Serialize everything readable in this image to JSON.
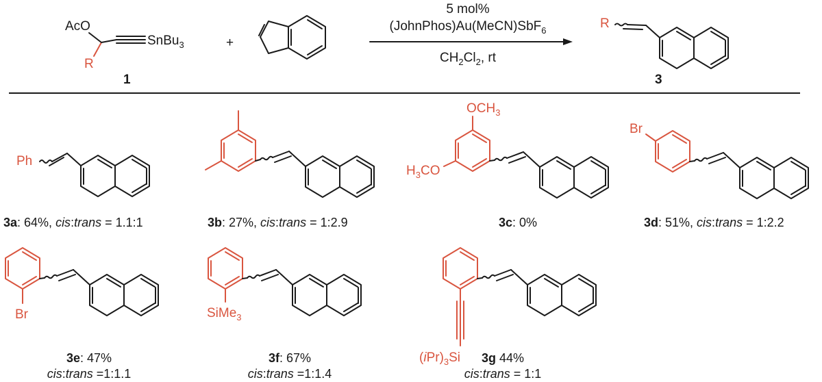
{
  "scheme": {
    "reagent_1": {
      "oac": "AcO",
      "r": "R",
      "stannane_prefix": "SnBu",
      "stannane_sub": "3",
      "number": "1"
    },
    "plus": "+",
    "conditions": {
      "line1": "5 mol%",
      "line2_prefix": "(JohnPhos)Au(MeCN)SbF",
      "line2_sub": "6",
      "line3_prefix": "CH",
      "line3_sub1": "2",
      "line3_mid": "Cl",
      "line3_sub2": "2",
      "line3_suffix": ", rt"
    },
    "product": {
      "r": "R",
      "number": "3"
    }
  },
  "compounds": {
    "a": {
      "id": "3a",
      "substituent": "Ph",
      "yield": ": 64%, ",
      "cis": "cis",
      "colon": ":",
      "trans": "trans",
      "ratio": " = 1.1:1"
    },
    "b": {
      "id": "3b",
      "yield": ": 27%, ",
      "cis": "cis",
      "colon": ":",
      "trans": "trans",
      "ratio": " = 1:2.9"
    },
    "c": {
      "id": "3c",
      "ome_top_prefix": "OCH",
      "ome_top_sub": "3",
      "ome_left_prefix": "H",
      "ome_left_sub": "3",
      "ome_left_suffix": "CO",
      "yield": ": 0%"
    },
    "d": {
      "id": "3d",
      "substituent": "Br",
      "yield": ": 51%, ",
      "cis": "cis",
      "colon": ":",
      "trans": "trans",
      "ratio": " = 1:2.2"
    },
    "e": {
      "id": "3e",
      "substituent": "Br",
      "yield": ": 47%",
      "cis": "cis",
      "colon": ":",
      "trans": "trans",
      "ratio": " =1:1.1"
    },
    "f": {
      "id": "3f",
      "sub_prefix": "SiMe",
      "sub_sub": "3",
      "yield": ": 67%",
      "cis": "cis",
      "colon": ":",
      "trans": "trans",
      "ratio": " =1:1.4"
    },
    "g": {
      "id": "3g",
      "sub_open": "(",
      "sub_ital": "i",
      "sub_mid": "Pr)",
      "sub_sub": "3",
      "sub_suffix": "Si",
      "yield": " 44%",
      "cis": "cis",
      "colon": ":",
      "trans": "trans",
      "ratio": " = 1:1"
    }
  },
  "colors": {
    "ink": "#1a1a1a",
    "accent": "#d9553f"
  }
}
